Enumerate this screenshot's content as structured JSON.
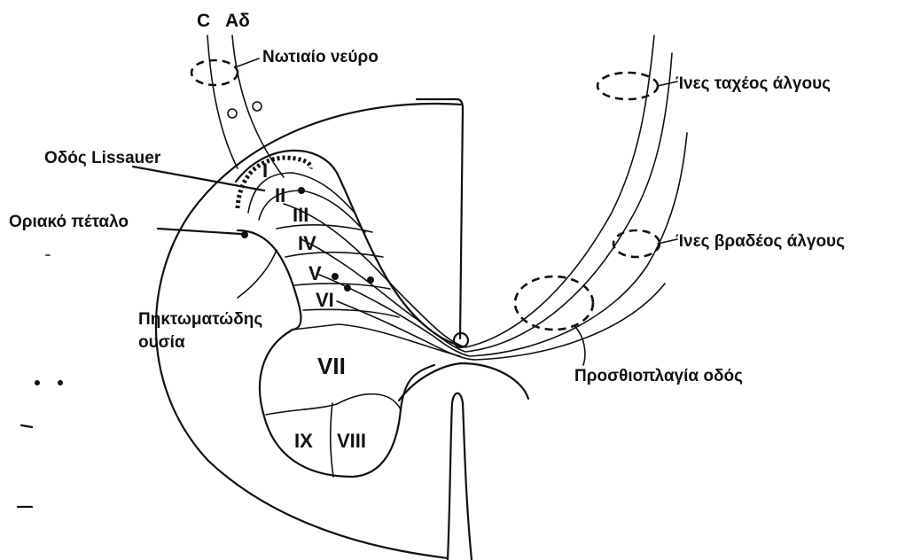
{
  "labels": {
    "fiber_c": "C",
    "fiber_adelta": "Aδ",
    "spinal_nerve": "Νωτιαίο νεύρο",
    "lissauer_tract": "Οδός Lissauer",
    "marginal_layer": "Οριακό πέταλο",
    "gelatinous_line1": "Πηκτωματώδης",
    "gelatinous_line2": "ουσία",
    "fast_pain_fibers": "Ίνες ταχέος άλγους",
    "slow_pain_fibers": "Ίνες βραδέος άλγους",
    "anterolateral_tract": "Προσθιοπλαγία οδός"
  },
  "laminae": {
    "l1": "I",
    "l2": "II",
    "l3": "III",
    "l4": "IV",
    "l5": "V",
    "l6": "VI",
    "l7": "VII",
    "l8": "VIII",
    "l9": "IX"
  }
}
